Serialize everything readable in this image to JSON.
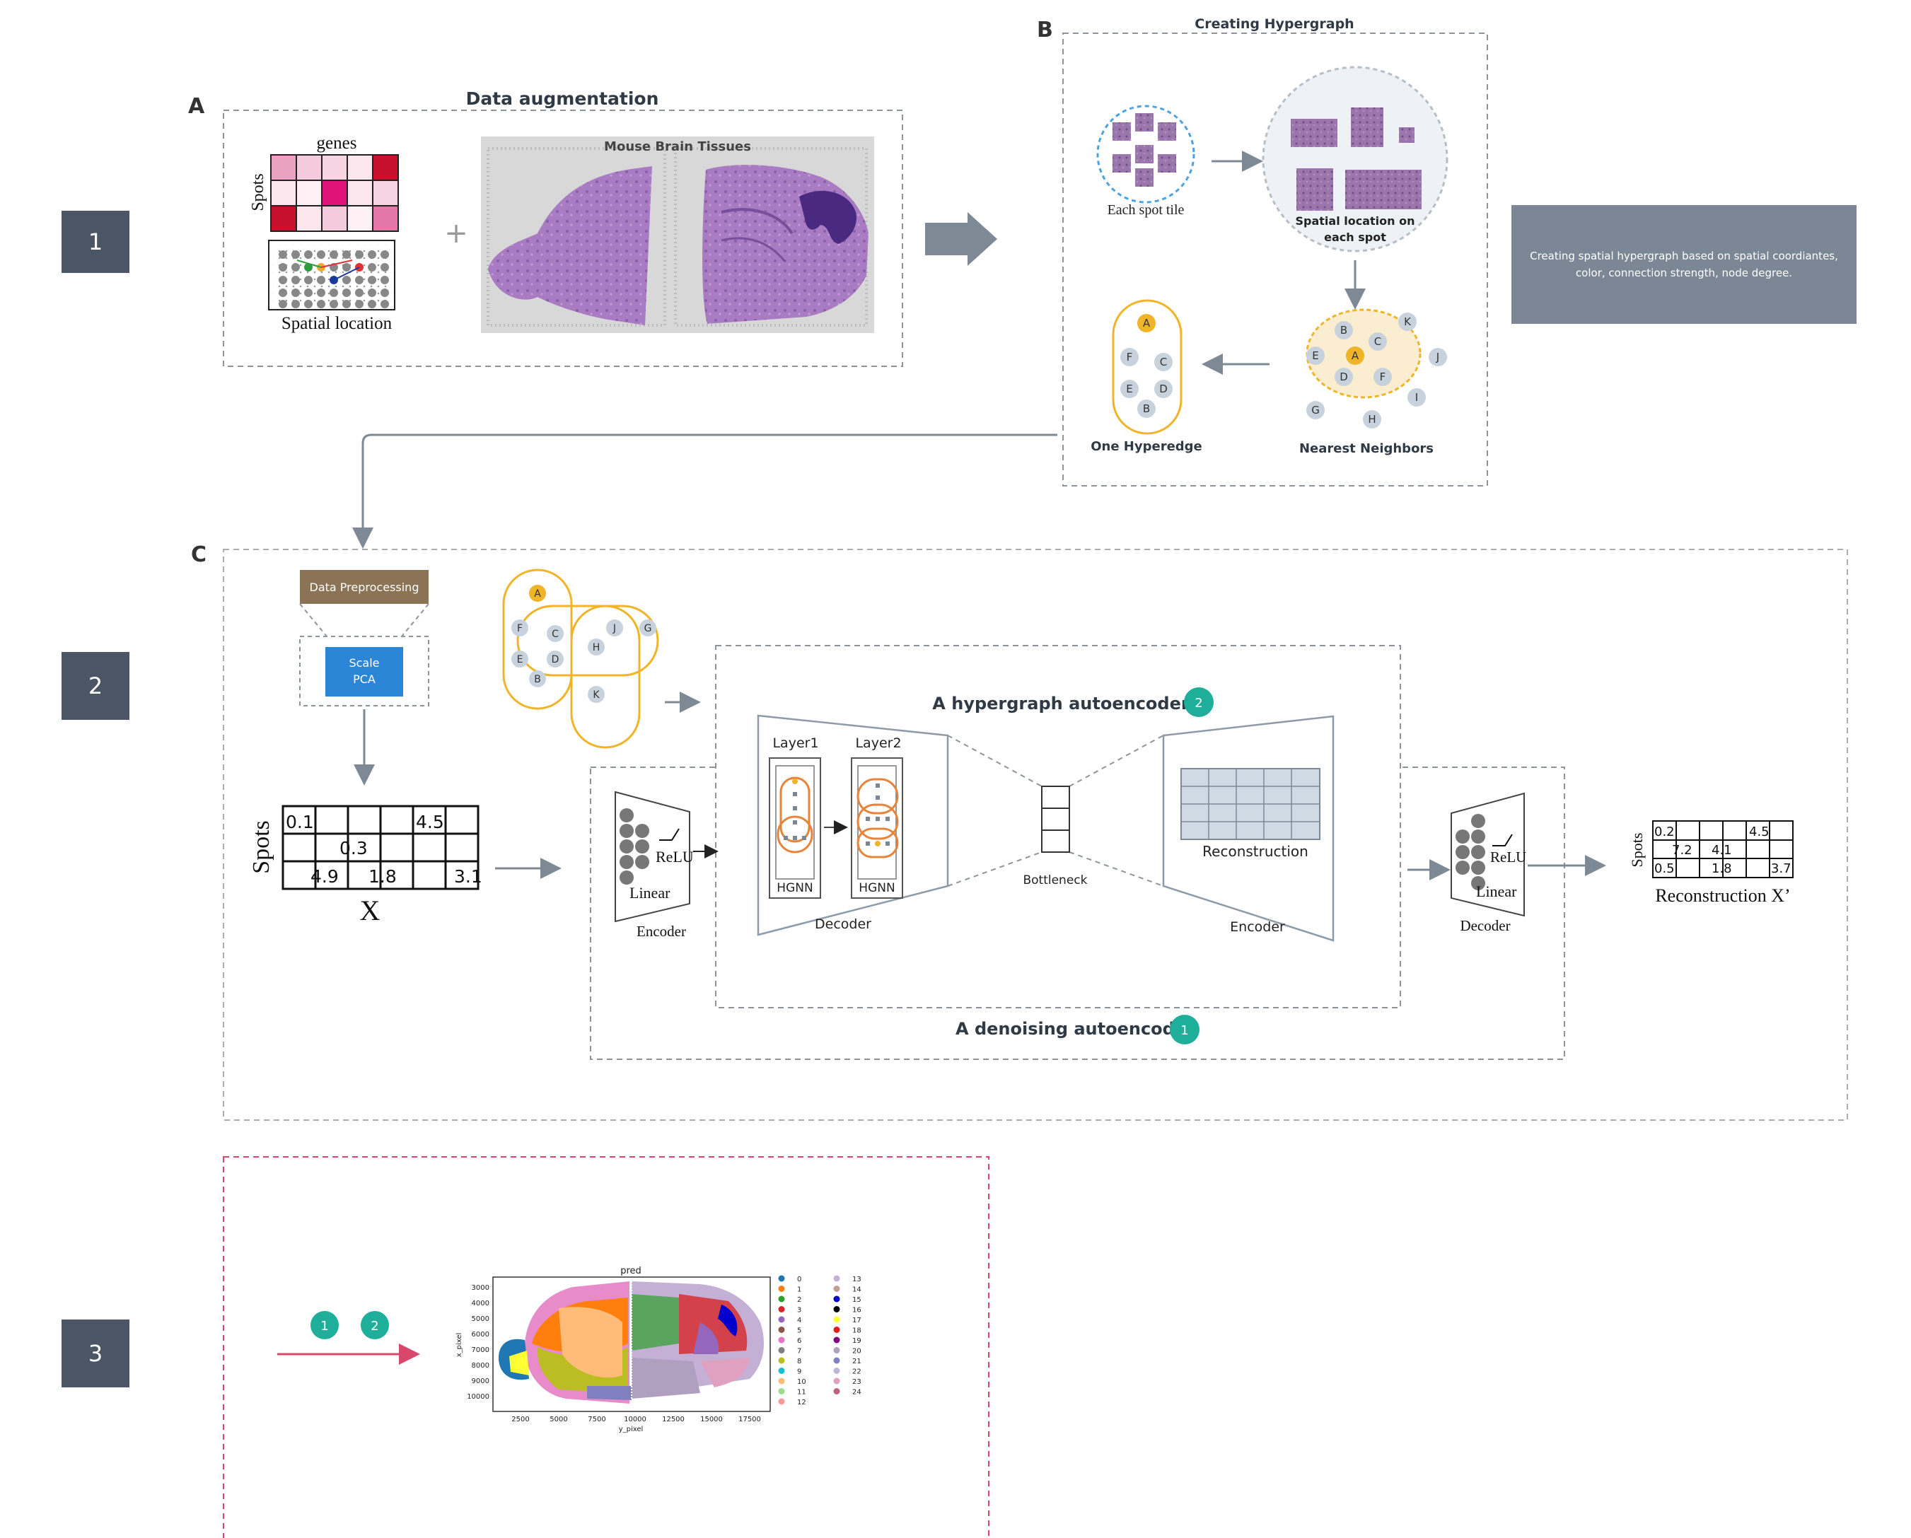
{
  "colors": {
    "step_box": "#4a5663",
    "arrow": "#7d8a96",
    "dashed": "#8d949b",
    "red_dashed": "#d9476b",
    "note_box": "#7b8794",
    "preprocess_box": "#8b7355",
    "pca_box": "#2b86d8",
    "teal": "#1fae9a",
    "orange_edge": "#f0b429",
    "node_gray": "#c8d2dc",
    "hgnn_orange": "#e8843a"
  },
  "steps": [
    "1",
    "2",
    "3"
  ],
  "panel_a": {
    "letter": "A",
    "title": "Data augmentation",
    "matrix_col_label": "genes",
    "matrix_row_label": "Spots",
    "spatial_label": "Spatial location",
    "plus": "+",
    "tissue_title": "Mouse Brain Tissues"
  },
  "panel_b": {
    "letter": "B",
    "title": "Creating Hypergraph",
    "spot_tile_label": "Each spot tile",
    "spatial_loc_label_1": "Spatial location on",
    "spatial_loc_label_2": "each spot",
    "hyperedge_label": "One Hyperedge",
    "neighbors_label": "Nearest Neighbors",
    "hyperedge_nodes": [
      "A",
      "F",
      "C",
      "E",
      "D",
      "B"
    ],
    "neighbor_nodes": [
      "B",
      "K",
      "C",
      "E",
      "A",
      "J",
      "D",
      "F",
      "I",
      "G",
      "H"
    ]
  },
  "note": {
    "line1": "Creating spatial hypergraph based on spatial coordiantes,",
    "line2": "color, connection strength, node degree."
  },
  "panel_c": {
    "letter": "C",
    "preprocess_label": "Data Preprocessing",
    "scale_label": "Scale",
    "pca_label": "PCA",
    "input_row_label": "Spots",
    "input_label": "X",
    "input_matrix": [
      [
        "0.1",
        "",
        "",
        "",
        "4.5",
        ""
      ],
      [
        "",
        "0.3",
        "",
        "",
        "",
        ""
      ],
      [
        "",
        "4.9",
        "",
        "1.8",
        "",
        "3.1"
      ]
    ],
    "hg_nodes": [
      "A",
      "F",
      "C",
      "J",
      "G",
      "H",
      "E",
      "D",
      "B",
      "K"
    ],
    "hypergraph_ae_title": "A hypergraph autoencoder",
    "hypergraph_ae_badge": "2",
    "denoising_ae_title": "A denoising autoencoder",
    "denoising_ae_badge": "1",
    "layer1_label": "Layer1",
    "layer2_label": "Layer2",
    "hgnn_label": "HGNN",
    "relu_label": "ReLU",
    "linear_label": "Linear",
    "encoder_label": "Encoder",
    "decoder_label": "Decoder",
    "bottleneck_label": "Bottleneck",
    "reconstruction_label": "Reconstruction",
    "output_row_label": "Spots",
    "output_label": "Reconstruction X’",
    "output_matrix": [
      [
        "0.2",
        "",
        "",
        "",
        "4.5",
        ""
      ],
      [
        "",
        "7.2",
        "",
        "4.1",
        "",
        ""
      ],
      [
        "0.5",
        "",
        "",
        "1.8",
        "",
        "3.7"
      ]
    ]
  },
  "panel_3": {
    "badge1": "1",
    "badge2": "2",
    "plot_title": "pred",
    "x_axis_label": "y_pixel",
    "y_axis_label": "x_pixel",
    "x_ticks": [
      "2500",
      "5000",
      "7500",
      "10000",
      "12500",
      "15000",
      "17500"
    ],
    "y_ticks": [
      "3000",
      "4000",
      "5000",
      "6000",
      "7000",
      "8000",
      "9000",
      "10000"
    ],
    "legend_col1": [
      "0",
      "1",
      "2",
      "3",
      "4",
      "5",
      "6",
      "7",
      "8",
      "9",
      "10",
      "11",
      "12"
    ],
    "legend_col2": [
      "13",
      "14",
      "15",
      "16",
      "17",
      "18",
      "19",
      "20",
      "21",
      "22",
      "23",
      "24"
    ],
    "legend_colors": [
      "#1f77b4",
      "#ff7f0e",
      "#2ca02c",
      "#d62728",
      "#9467bd",
      "#8c564b",
      "#e377c2",
      "#7f7f7f",
      "#bcbd22",
      "#17becf",
      "#ffbb78",
      "#98df8a",
      "#ff9896",
      "#c5b0d5",
      "#c49c94",
      "#0000cc",
      "#000000",
      "#ffff33",
      "#e41a1c",
      "#800080",
      "#b0a0c0",
      "#8080c0",
      "#b8b8d8",
      "#e0a0c0",
      "#c06080"
    ]
  }
}
